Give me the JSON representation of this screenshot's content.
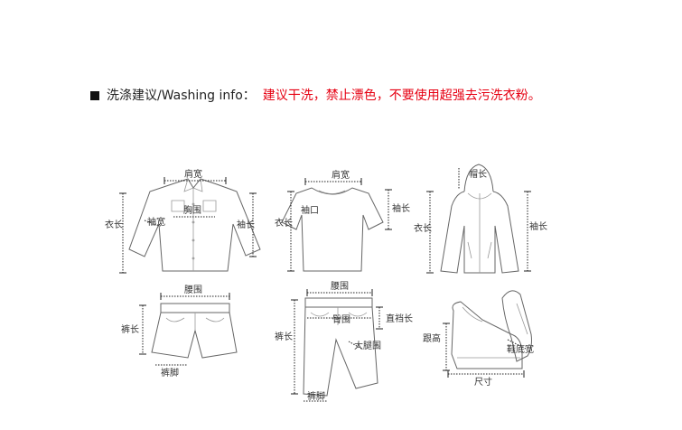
{
  "heading": {
    "label": "洗涤建议/Washing info：",
    "advice": "建议干洗，禁止漂色，不要使用超强去污洗衣粉。",
    "advice_color": "#e60012"
  },
  "icons": [
    "dress-shirt-icon",
    "t-shirt-icon",
    "hoodie-icon",
    "shorts-icon",
    "trousers-icon",
    "shoe-icon"
  ],
  "shirt": {
    "shoulder": "肩宽",
    "chest": "胸围",
    "sleeve_width": "袖宽",
    "length": "衣长",
    "sleeve_length": "袖长"
  },
  "tshirt": {
    "shoulder": "肩宽",
    "cuff": "袖口",
    "length": "衣长",
    "sleeve_length": "袖长"
  },
  "hoodie": {
    "hood_length": "帽长",
    "length": "衣长",
    "sleeve_length": "袖长"
  },
  "shorts": {
    "waist": "腰围",
    "length": "裤长",
    "hem": "裤脚"
  },
  "trousers": {
    "waist": "腰围",
    "hip": "臀围",
    "rise": "直裆长",
    "thigh": "大腿围",
    "length": "裤长",
    "hem": "裤脚"
  },
  "shoe": {
    "heel_height": "跟高",
    "sole_width": "鞋底宽",
    "size": "尺寸"
  }
}
